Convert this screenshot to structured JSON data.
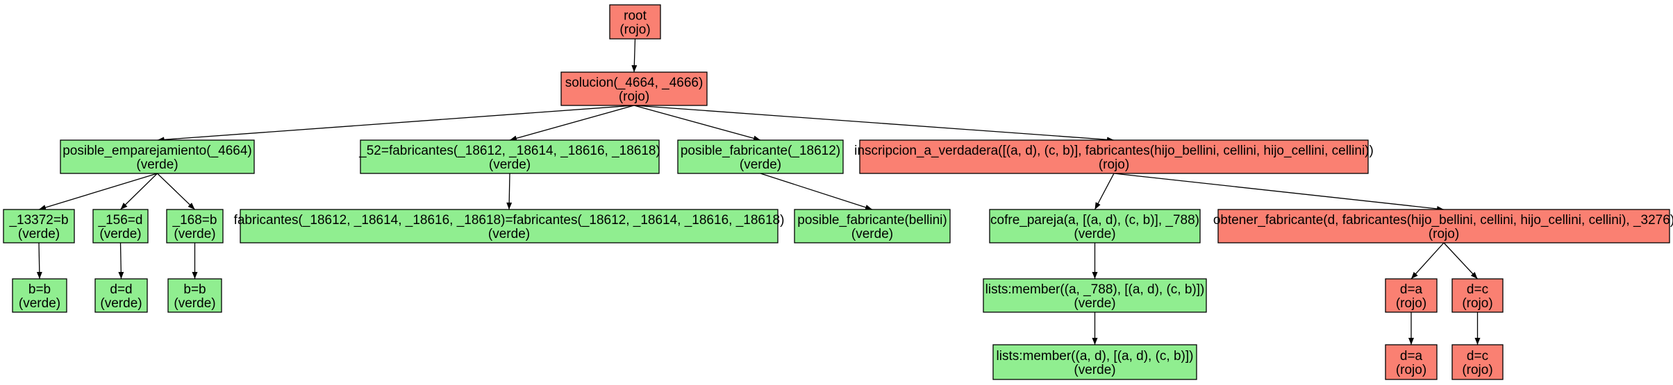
{
  "colors": {
    "rojo_fill": "#fa8072",
    "verde_fill": "#90ee90",
    "stroke": "#000000",
    "edge": "#000000"
  },
  "nodes": [
    {
      "id": "root",
      "text": "root",
      "status": "(rojo)",
      "color": "rojo"
    },
    {
      "id": "solucion",
      "text": "solucion(_4664, _4666)",
      "status": "(rojo)",
      "color": "rojo"
    },
    {
      "id": "posible_emparejamiento",
      "text": "posible_emparejamiento(_4664)",
      "status": "(verde)",
      "color": "verde"
    },
    {
      "id": "fabricantes_unify",
      "text": "_52=fabricantes(_18612, _18614, _18616, _18618)",
      "status": "(verde)",
      "color": "verde"
    },
    {
      "id": "posible_fabricante",
      "text": "posible_fabricante(_18612)",
      "status": "(verde)",
      "color": "verde"
    },
    {
      "id": "inscripcion",
      "text": "inscripcion_a_verdadera([(a, d), (c, b)], fabricantes(hijo_bellini, cellini, hijo_cellini, cellini))",
      "status": "(rojo)",
      "color": "rojo"
    },
    {
      "id": "u13372",
      "text": "_13372=b",
      "status": "(verde)",
      "color": "verde"
    },
    {
      "id": "u156",
      "text": "_156=d",
      "status": "(verde)",
      "color": "verde"
    },
    {
      "id": "u168",
      "text": "_168=b",
      "status": "(verde)",
      "color": "verde"
    },
    {
      "id": "fabricantes_eq",
      "text": "fabricantes(_18612, _18614, _18616, _18618)=fabricantes(_18612, _18614, _18616, _18618)",
      "status": "(verde)",
      "color": "verde"
    },
    {
      "id": "posible_fabricante_bellini",
      "text": "posible_fabricante(bellini)",
      "status": "(verde)",
      "color": "verde"
    },
    {
      "id": "cofre_pareja",
      "text": "cofre_pareja(a, [(a, d), (c, b)], _788)",
      "status": "(verde)",
      "color": "verde"
    },
    {
      "id": "obtener_fabricante",
      "text": "obtener_fabricante(d, fabricantes(hijo_bellini, cellini, hijo_cellini, cellini), _3276)",
      "status": "(rojo)",
      "color": "rojo"
    },
    {
      "id": "bb1",
      "text": "b=b",
      "status": "(verde)",
      "color": "verde"
    },
    {
      "id": "dd",
      "text": "d=d",
      "status": "(verde)",
      "color": "verde"
    },
    {
      "id": "bb2",
      "text": "b=b",
      "status": "(verde)",
      "color": "verde"
    },
    {
      "id": "member1",
      "text": "lists:member((a, _788), [(a, d), (c, b)])",
      "status": "(verde)",
      "color": "verde"
    },
    {
      "id": "member2",
      "text": "lists:member((a, d), [(a, d), (c, b)])",
      "status": "(verde)",
      "color": "verde"
    },
    {
      "id": "da1",
      "text": "d=a",
      "status": "(rojo)",
      "color": "rojo"
    },
    {
      "id": "dc1",
      "text": "d=c",
      "status": "(rojo)",
      "color": "rojo"
    },
    {
      "id": "da2",
      "text": "d=a",
      "status": "(rojo)",
      "color": "rojo"
    },
    {
      "id": "dc2",
      "text": "d=c",
      "status": "(rojo)",
      "color": "rojo"
    }
  ],
  "edges": [
    [
      "root",
      "solucion"
    ],
    [
      "solucion",
      "posible_emparejamiento"
    ],
    [
      "solucion",
      "fabricantes_unify"
    ],
    [
      "solucion",
      "posible_fabricante"
    ],
    [
      "solucion",
      "inscripcion"
    ],
    [
      "posible_emparejamiento",
      "u13372"
    ],
    [
      "posible_emparejamiento",
      "u156"
    ],
    [
      "posible_emparejamiento",
      "u168"
    ],
    [
      "u13372",
      "bb1"
    ],
    [
      "u156",
      "dd"
    ],
    [
      "u168",
      "bb2"
    ],
    [
      "fabricantes_unify",
      "fabricantes_eq"
    ],
    [
      "posible_fabricante",
      "posible_fabricante_bellini"
    ],
    [
      "inscripcion",
      "cofre_pareja"
    ],
    [
      "inscripcion",
      "obtener_fabricante"
    ],
    [
      "cofre_pareja",
      "member1"
    ],
    [
      "member1",
      "member2"
    ],
    [
      "obtener_fabricante",
      "da1"
    ],
    [
      "obtener_fabricante",
      "dc1"
    ],
    [
      "da1",
      "da2"
    ],
    [
      "dc1",
      "dc2"
    ]
  ]
}
